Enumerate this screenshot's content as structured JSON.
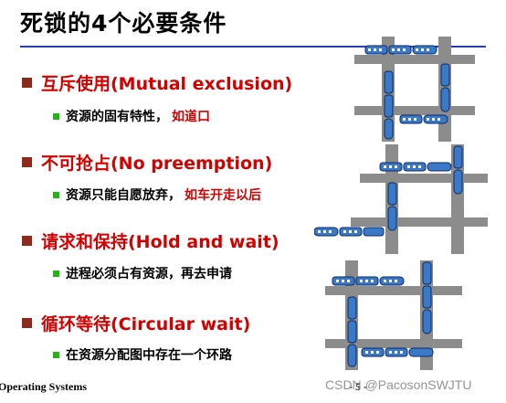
{
  "title": "死锁的4个必要条件",
  "conditions": [
    {
      "label": "互斥使用(Mutual exclusion)",
      "detail": "资源的固有特性，",
      "example": "如道口"
    },
    {
      "label": "不可抢占(No preemption)",
      "detail": "资源只能自愿放弃，",
      "example": "如车开走以后"
    },
    {
      "label": "请求和保持(Hold and wait)",
      "detail": "进程必须占有资源，再去申请",
      "example": ""
    },
    {
      "label": "循环等待(Circular wait)",
      "detail": "在资源分配图中存在一个环路",
      "example": ""
    }
  ],
  "footer": {
    "course": "Operating Systems",
    "page": "- 5 -",
    "watermark": "CSDN @PacosonSWJTU"
  },
  "colors": {
    "accent_red": "#d40000",
    "bullet_square": "#8b2a1d",
    "sub_bullet": "#22b614",
    "title_rule": "#2b3fb0",
    "train_body": "#3a78c8",
    "road": "#8c8c8c"
  },
  "icons": [
    "train-intersection-illustration"
  ]
}
